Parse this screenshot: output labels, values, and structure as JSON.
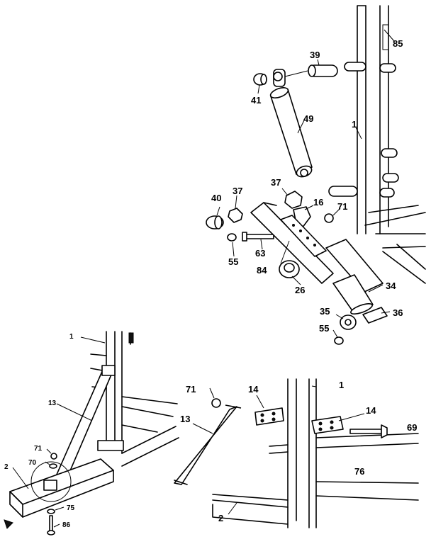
{
  "callouts": {
    "c85": "85",
    "c39": "39",
    "c41": "41",
    "c49": "49",
    "c1a": "1",
    "c37a": "37",
    "c37b": "37",
    "c40": "40",
    "c16": "16",
    "c71a": "71",
    "c55a": "55",
    "c63": "63",
    "c84": "84",
    "c26": "26",
    "c34": "34",
    "c35": "35",
    "c36": "36",
    "c55b": "55",
    "c1b": "1",
    "c13a": "13",
    "c71b": "71",
    "c70": "70",
    "c2a": "2",
    "c75": "75",
    "c86": "86",
    "c71c": "71",
    "c14a": "14",
    "c1c": "1",
    "c13b": "13",
    "c14b": "14",
    "c69": "69",
    "c76": "76",
    "c2b": "2"
  }
}
